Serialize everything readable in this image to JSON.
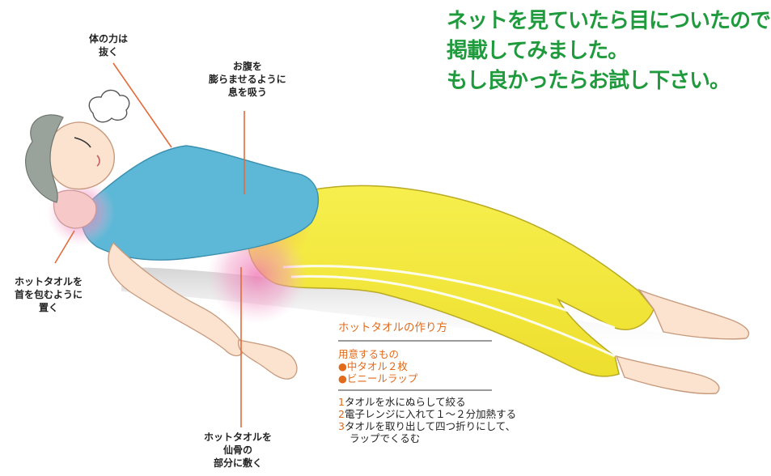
{
  "headline": {
    "line1": "ネットを見ていたら目についたので",
    "line2": "掲載してみました。",
    "line3": "もし良かったらお試し下さい。"
  },
  "annotations": {
    "relax": "体の力は\n抜く",
    "breathe": "お腹を\n膨らませるように\n息を吸う",
    "neck": "ホットタオルを\n首を包むように\n置く",
    "sacrum": "ホットタオルを\n仙骨の\n部分に敷く"
  },
  "recipe": {
    "title": "ホットタオルの作り方",
    "needs_label": "用意するもの",
    "items": [
      "中タオル２枚",
      "ビニールラップ"
    ],
    "bullet": "●",
    "steps": [
      {
        "num": "1",
        "text": "タオルを水にぬらして絞る"
      },
      {
        "num": "2",
        "text": "電子レンジに入れて１～２分加熱する"
      },
      {
        "num": "3",
        "text": "タオルを取り出して四つ折りにして、"
      }
    ],
    "step3_cont": "ラップでくるむ"
  },
  "colors": {
    "headline": "#1f9a3c",
    "accent": "#e26a1b",
    "shirt": "#5cb8d6",
    "pants": "#f3ea3e",
    "skin": "#fbe3cf",
    "hair": "#9aa39b",
    "glow": "#f070b0",
    "leader_line": "#e46a3a"
  }
}
